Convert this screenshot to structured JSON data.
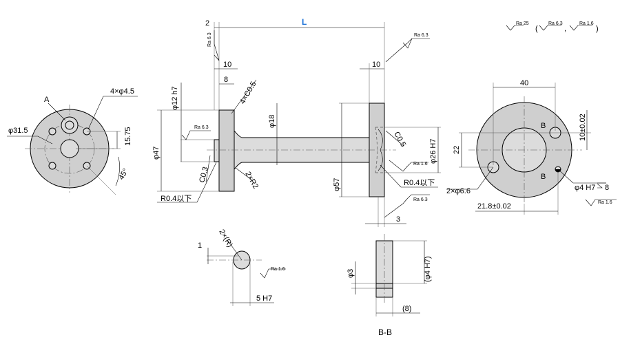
{
  "ra_legend": {
    "main": "Ra 25",
    "paren_open": "(",
    "alt1": "Ra 6.3",
    "sep": ",",
    "alt2": "Ra 1.6",
    "paren_close": ")"
  },
  "left_view": {
    "label_A": "A",
    "holes": "4×φ4.5",
    "pcd": "φ31.5",
    "offset": "15.75",
    "angle": "45°"
  },
  "side_view": {
    "dim_2": "2",
    "dim_L": "L",
    "ra_63_top_left": "Ra 6.3",
    "ra_63_top_right": "Ra 6.3",
    "dim_10_left": "10",
    "dim_8": "8",
    "dim_10_right": "10",
    "phi12": "φ12 h7",
    "chamfer_4": "4×C0.5",
    "phi18": "φ18",
    "phi47": "φ47",
    "ra_63_flange": "Ra 6.3",
    "c03": "C0.3",
    "r2": "2×R2",
    "r04_left": "R0.4以下",
    "phi57": "φ57",
    "c05": "C0.5",
    "phi26": "φ26 H7",
    "ra_16": "Ra 1.6",
    "r04_right": "R0.4以下",
    "ra_63_bottom": "Ra 6.3",
    "dim_3": "3"
  },
  "right_view": {
    "dim_40": "40",
    "label_B_top": "B",
    "label_B_bottom": "B",
    "dim_10": "10±0.02",
    "dim_22": "22",
    "holes": "2×φ6.6",
    "pin_hole": "φ4 H7",
    "depth": "8",
    "ra_16": "Ra 1.6",
    "dim_21_8": "21.8±0.02"
  },
  "detail_r": {
    "r_label": "2×(R)",
    "dim_1": "1",
    "ra_16": "Ra 1.6",
    "dim_5": "5 H7"
  },
  "section_bb": {
    "phi3": "φ3",
    "phi4": "(φ4 H7)",
    "dim_8": "(8)",
    "title": "B-B"
  }
}
